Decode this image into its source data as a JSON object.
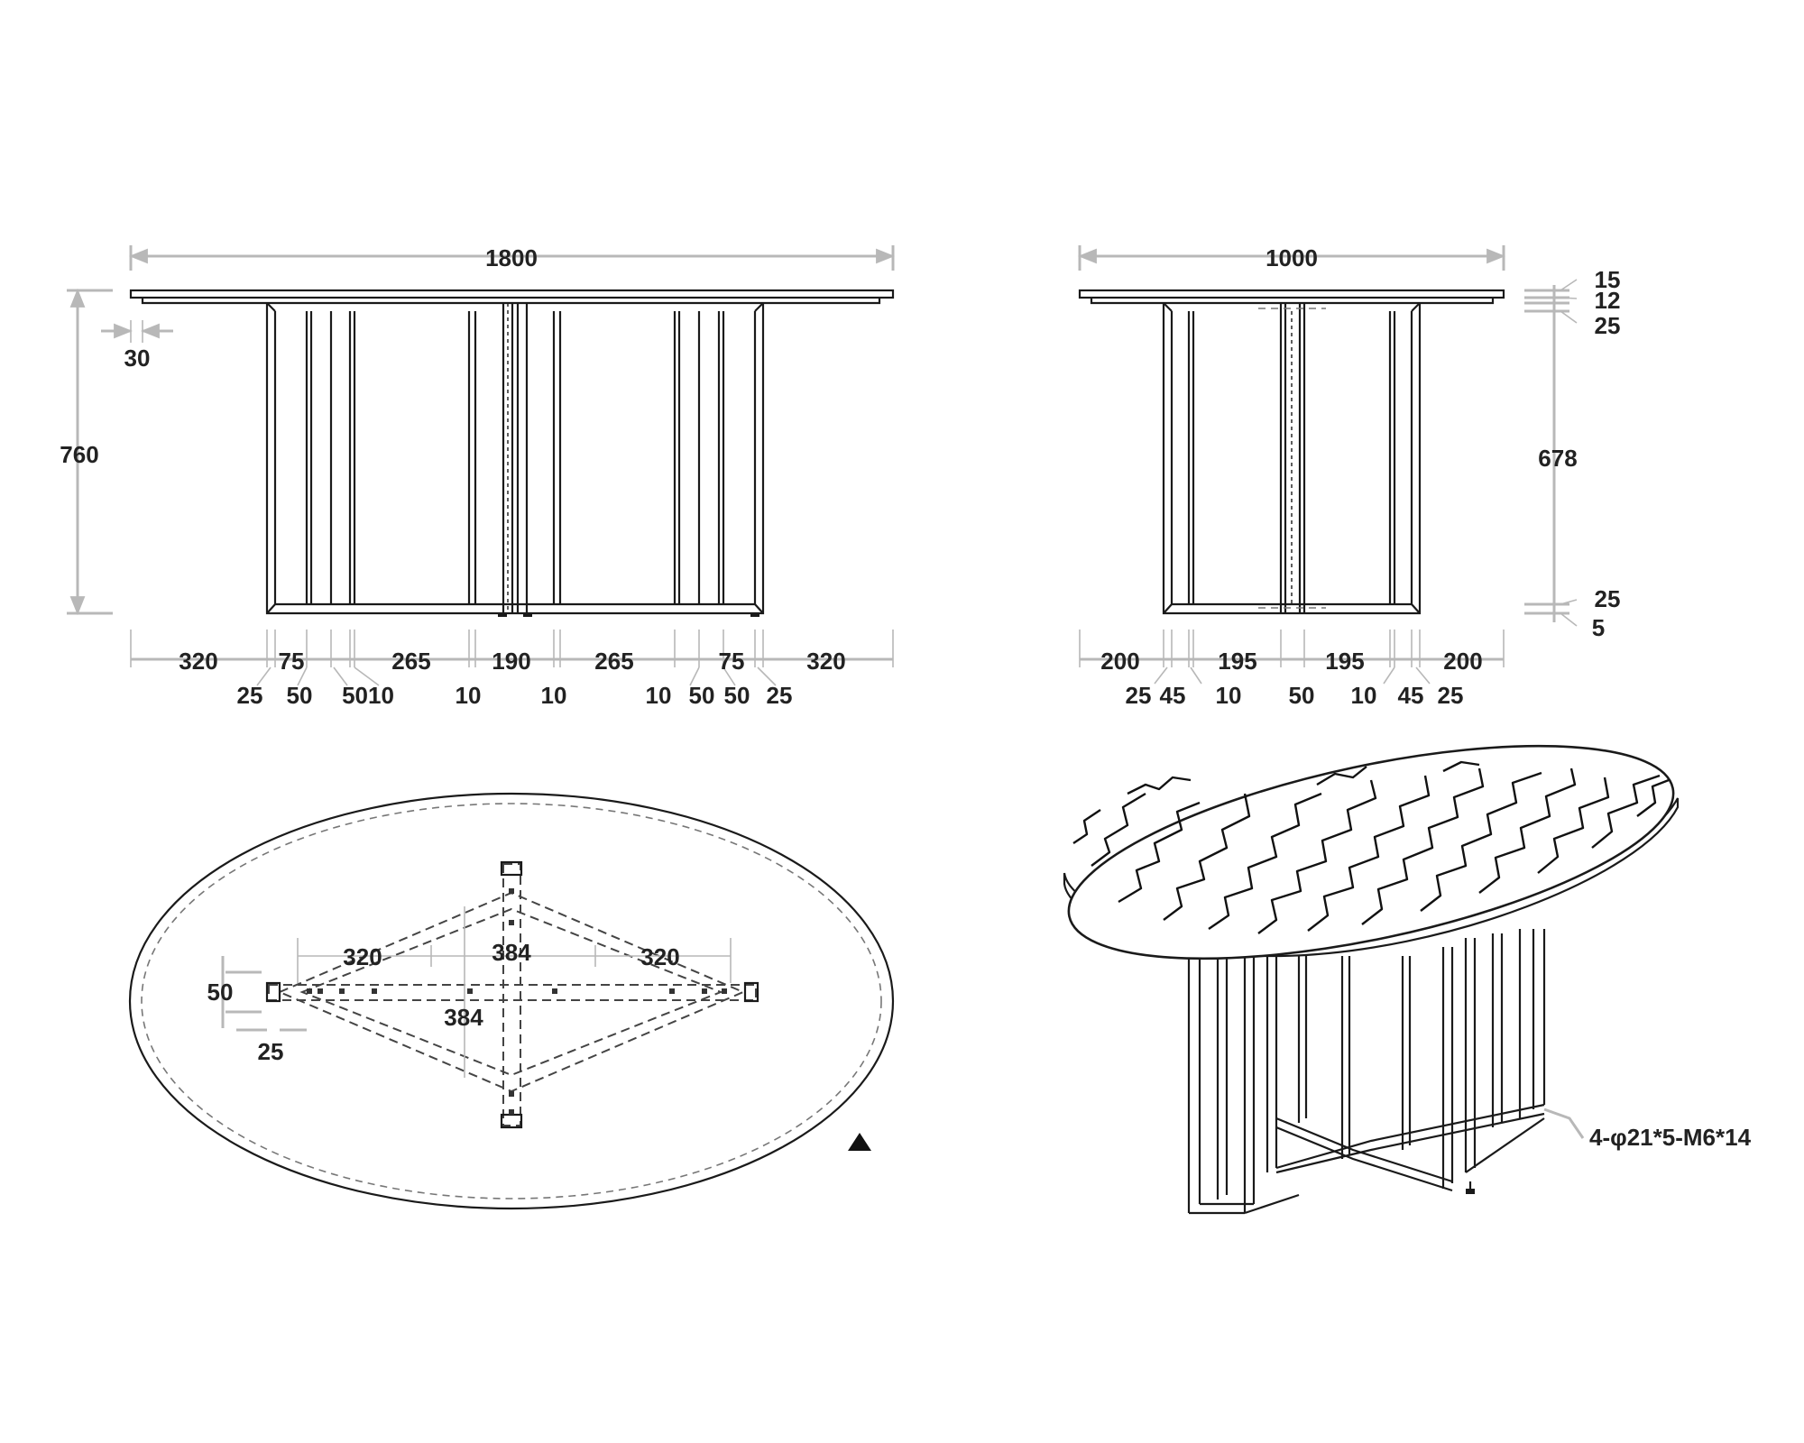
{
  "front_view": {
    "overall_length": "1800",
    "height": "760",
    "top_overhang": "30",
    "bottom_row_1": [
      "320",
      "75",
      "265",
      "190",
      "265",
      "75",
      "320"
    ],
    "bottom_row_2": [
      "25",
      "50",
      "5010",
      "10",
      "10",
      "10",
      "50",
      "50",
      "25"
    ]
  },
  "side_view": {
    "overall_width": "1000",
    "right_dims": [
      "15",
      "12",
      "25",
      "678",
      "25",
      "5"
    ],
    "bottom_row_1": [
      "200",
      "195",
      "195",
      "200"
    ],
    "bottom_row_2": [
      "25",
      "45",
      "10",
      "50",
      "10",
      "45",
      "25"
    ]
  },
  "plan_view": {
    "dims": [
      "320",
      "384",
      "320",
      "50",
      "384",
      "25"
    ]
  },
  "perspective_view": {
    "callout": "4-φ21*5-M6*14"
  },
  "colors": {
    "object_line": "#1a1a1a",
    "dimension_line": "#b8b8b8",
    "text": "#222222"
  }
}
